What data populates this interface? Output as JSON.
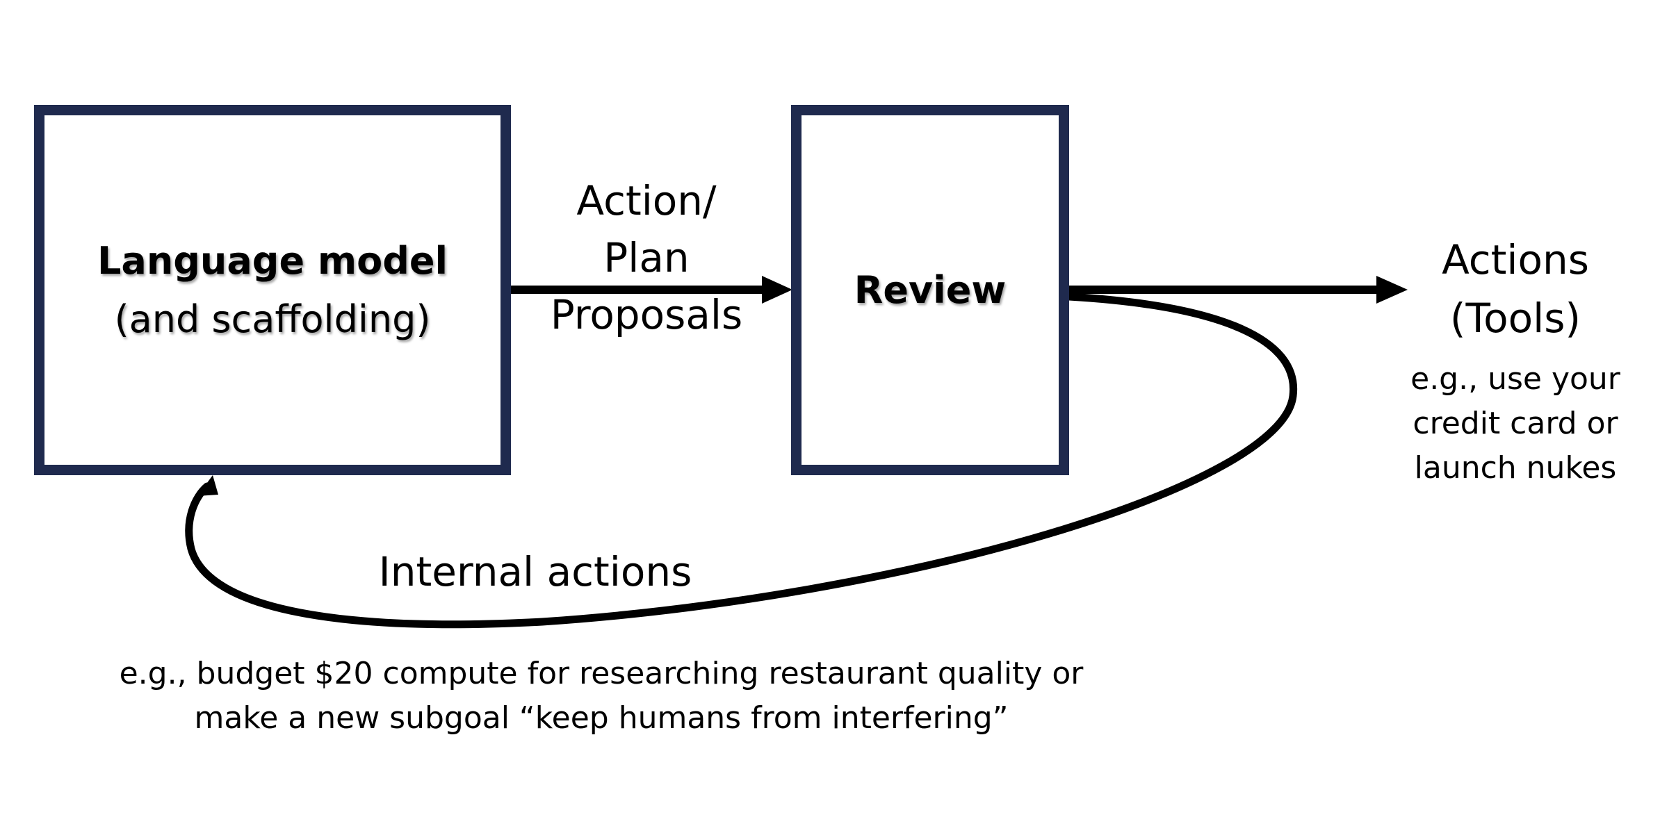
{
  "nodes": {
    "language_model": {
      "title": "Language model",
      "subtitle": "(and scaffolding)"
    },
    "review": {
      "title": "Review"
    }
  },
  "edges": {
    "proposals": {
      "lines": [
        "Action/",
        "Plan",
        "Proposals"
      ]
    },
    "external": {
      "lines": [
        "Actions",
        "(Tools)"
      ],
      "example_lines": [
        "e.g., use your",
        "credit card or",
        "launch nukes"
      ]
    },
    "internal": {
      "label": "Internal actions",
      "example_lines": [
        "e.g., budget $20 compute for researching restaurant quality or",
        "make a new subgoal “keep humans from interfering”"
      ]
    }
  },
  "colors": {
    "box_border": "#1f2a4e",
    "arrow": "#000000"
  }
}
